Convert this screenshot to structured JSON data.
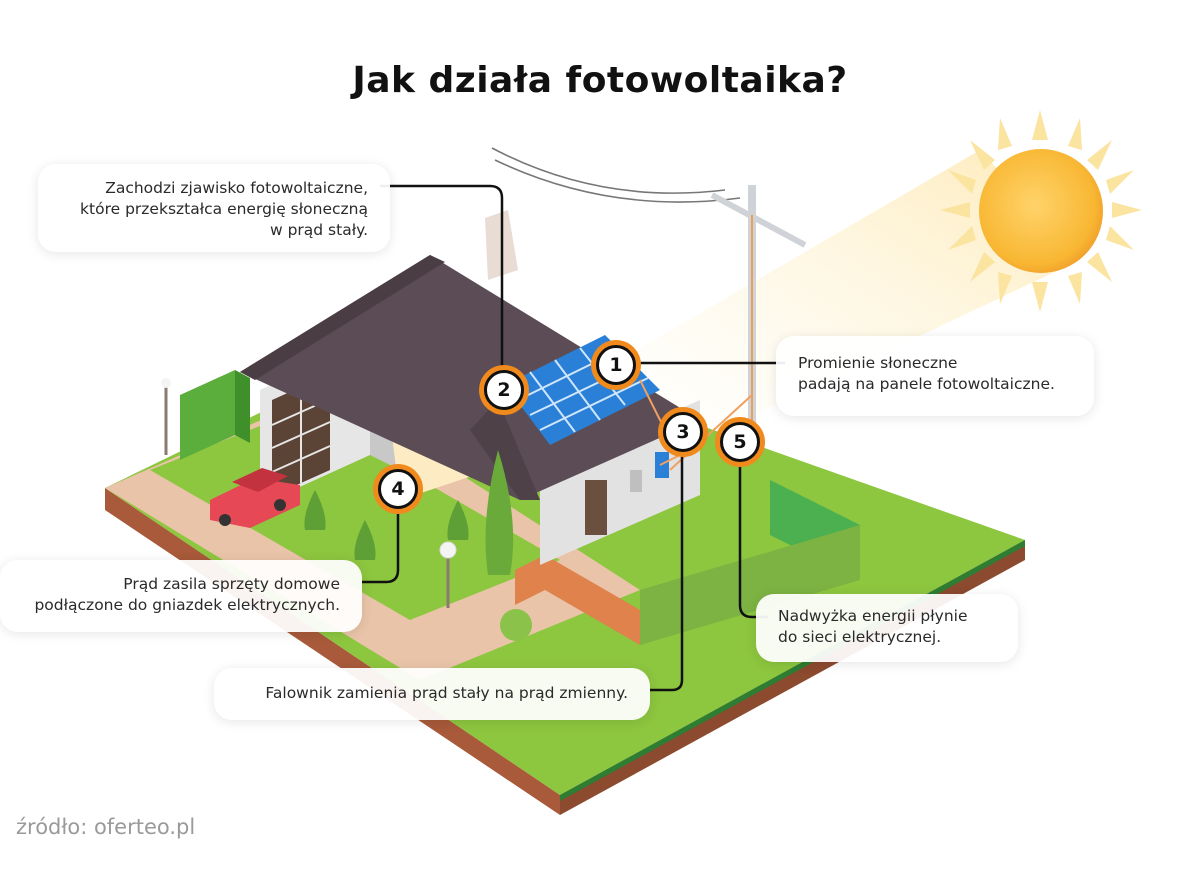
{
  "title": "Jak działa fotowoltaika?",
  "source": "źródło: oferteo.pl",
  "colors": {
    "marker_ring": "#f08a1c",
    "roof": "#5a4c52",
    "panel": "#2a7fd6",
    "grass": "#8bc34a",
    "soil": "#a0522d",
    "sun": "#f7b733"
  },
  "icons": {
    "sun": "sun-icon",
    "house": "house-illustration",
    "car": "car-icon",
    "pole": "power-pole-icon"
  },
  "steps": [
    {
      "number": "1",
      "lines": [
        "Promienie słoneczne",
        "padają na panele fotowoltaiczne."
      ]
    },
    {
      "number": "2",
      "lines": [
        "Zachodzi zjawisko fotowoltaiczne,",
        "które przekształca energię słoneczną",
        "w prąd stały."
      ]
    },
    {
      "number": "3",
      "lines": [
        "Falownik zamienia prąd stały na prąd zmienny."
      ]
    },
    {
      "number": "4",
      "lines": [
        "Prąd zasila sprzęty domowe",
        "podłączone do gniazdek elektrycznych."
      ]
    },
    {
      "number": "5",
      "lines": [
        "Nadwyżka energii płynie",
        "do sieci elektrycznej."
      ]
    }
  ]
}
